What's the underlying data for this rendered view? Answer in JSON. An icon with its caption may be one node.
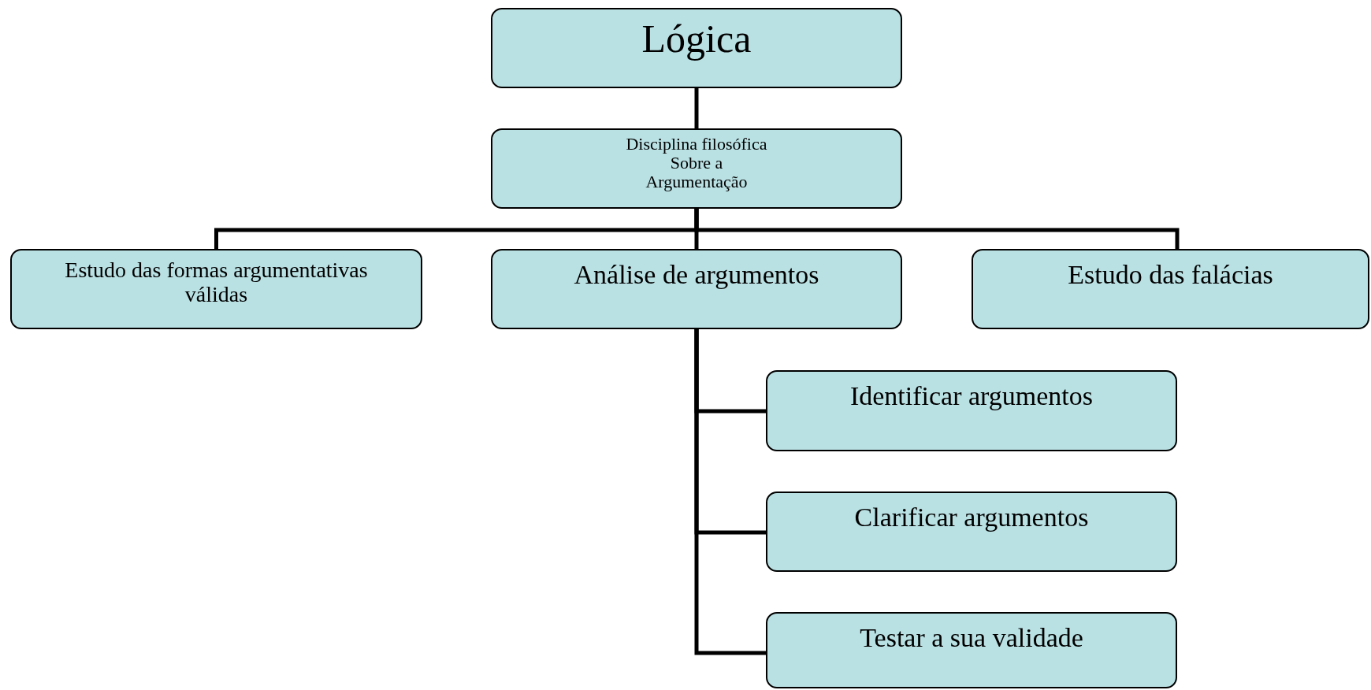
{
  "diagram": {
    "nodes": [
      {
        "text": [
          "Lógica"
        ]
      },
      {
        "text": [
          "Disciplina filosófica Sobre a Argumentação"
        ]
      },
      {
        "text": [
          "Estudo das formas argumentativas válidas"
        ]
      },
      {
        "text": [
          "Análise de argumentos"
        ]
      },
      {
        "text": [
          "Estudo das falácias"
        ]
      },
      {
        "text": [
          "Identificar argumentos"
        ]
      },
      {
        "text": [
          "Clarificar argumentos"
        ]
      },
      {
        "text": [
          "Testar a sua validade"
        ]
      }
    ],
    "edges": [
      {
        "from": 0,
        "to": 1,
        "arrow": "none"
      },
      {
        "from": 1,
        "to": 2,
        "arrow": "none"
      },
      {
        "from": 1,
        "to": 3,
        "arrow": "none"
      },
      {
        "from": 1,
        "to": 4,
        "arrow": "none"
      },
      {
        "from": 3,
        "to": 5,
        "arrow": "none"
      },
      {
        "from": 3,
        "to": 6,
        "arrow": "none"
      },
      {
        "from": 3,
        "to": 7,
        "arrow": "none"
      }
    ]
  }
}
